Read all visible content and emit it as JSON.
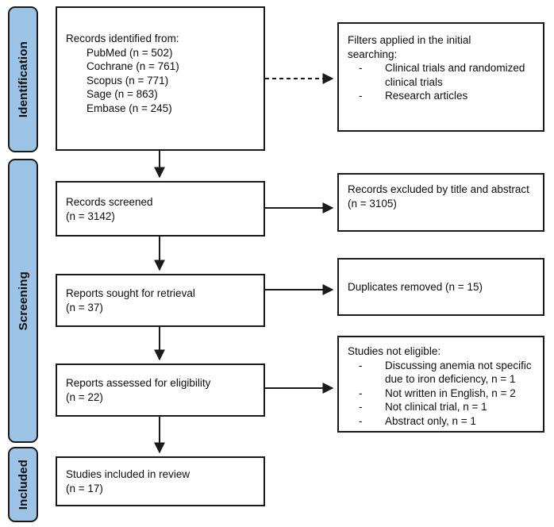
{
  "diagram": {
    "type": "prisma-flow-diagram",
    "title": "PRISMA flow diagram",
    "accent_color": "#9DC3E6",
    "line_color": "#1a1a1a",
    "background": "#ffffff"
  },
  "phases": [
    {
      "id": "identification",
      "label": "Identification"
    },
    {
      "id": "screening",
      "label": "Screening"
    },
    {
      "id": "included",
      "label": "Included"
    }
  ],
  "boxes": {
    "records_identified": {
      "heading": "Records identified from:",
      "sources": [
        "PubMed (n = 502)",
        "Cochrane (n = 761)",
        "Scopus (n = 771)",
        "Sage (n = 863)",
        "Embase (n = 245)"
      ]
    },
    "filters_applied": {
      "heading": "Filters applied in the initial\nsearching:",
      "items": [
        "Clinical trials and randomized clinical trials",
        "Research articles"
      ],
      "dash": "-"
    },
    "records_screened": {
      "line1": "Records screened",
      "line2": "(n = 3142)"
    },
    "records_excluded": {
      "line1": "Records excluded by title and abstract",
      "line2": "(n = 3105)"
    },
    "reports_sought": {
      "line1": "Reports sought for retrieval",
      "line2": "(n = 37)"
    },
    "duplicates_removed": {
      "line1": "Duplicates removed (n = 15)"
    },
    "reports_assessed": {
      "line1": "Reports assessed for eligibility",
      "line2": "(n = 22)"
    },
    "studies_not_eligible": {
      "heading": "Studies not eligible:",
      "items": [
        "Discussing anemia not specific due to iron deficiency, n = 1",
        "Not written in English, n = 2",
        "Not clinical trial, n = 1",
        "Abstract only, n = 1"
      ],
      "dash": "-"
    },
    "studies_included": {
      "line1": "Studies included in review",
      "line2": "(n = 17)"
    }
  },
  "connectors": [
    {
      "id": "identified-to-filters",
      "style": "dashed",
      "from": "records_identified",
      "to": "filters_applied"
    },
    {
      "id": "identified-to-screened",
      "style": "solid",
      "from": "records_identified",
      "to": "records_screened"
    },
    {
      "id": "screened-to-excluded",
      "style": "solid",
      "from": "records_screened",
      "to": "records_excluded"
    },
    {
      "id": "screened-to-sought",
      "style": "solid",
      "from": "records_screened",
      "to": "reports_sought"
    },
    {
      "id": "sought-to-duplicates",
      "style": "solid",
      "from": "reports_sought",
      "to": "duplicates_removed"
    },
    {
      "id": "sought-to-assessed",
      "style": "solid",
      "from": "reports_sought",
      "to": "reports_assessed"
    },
    {
      "id": "assessed-to-not-eligible",
      "style": "solid",
      "from": "reports_assessed",
      "to": "studies_not_eligible"
    },
    {
      "id": "assessed-to-included",
      "style": "solid",
      "from": "reports_assessed",
      "to": "studies_included"
    }
  ]
}
